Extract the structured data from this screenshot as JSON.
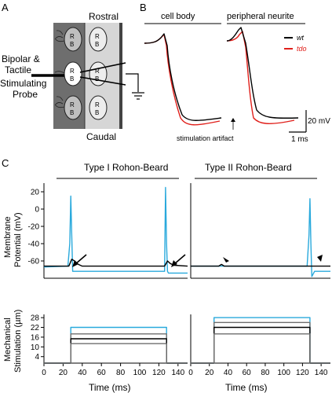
{
  "panels": {
    "a": {
      "letter": "A",
      "rostral": "Rostral",
      "caudal": "Caudal",
      "probe_label": [
        "Bipolar &",
        "Tactile",
        "Stimulating",
        "Probe"
      ],
      "cells": [
        [
          "R",
          "B"
        ],
        [
          "R",
          "B"
        ],
        [
          "R",
          "B"
        ],
        [
          "R",
          "B"
        ],
        [
          "R",
          "B"
        ],
        [
          "R",
          "B"
        ]
      ]
    },
    "b": {
      "letter": "B",
      "cell_body": "cell body",
      "peripheral": "peripheral neurite",
      "legend": [
        {
          "label": "wt",
          "color": "#000000"
        },
        {
          "label": "tdo",
          "color": "#e0201b"
        }
      ],
      "scale_mv": "20 mV",
      "scale_ms": "1 ms",
      "artifact": "stimulation artifact"
    },
    "c": {
      "letter": "C",
      "type1": "Type I Rohon-Beard",
      "type2": "Type II Rohon-Beard",
      "ylabel_top": [
        "Membrane",
        "Potential (mV)"
      ],
      "ylabel_bottom": [
        "Mechanical",
        "Stimulation (µm)"
      ],
      "xlabel": "Time (ms)"
    }
  },
  "colors": {
    "cyan": "#29a9dc",
    "red": "#e0201b",
    "dark_gray": "#6e6e6e",
    "light_gray": "#d6d6d6"
  },
  "chart_data": [
    {
      "type": "line",
      "panel": "C",
      "title": "Type I Rohon-Beard",
      "ylabel": "Membrane Potential (mV)",
      "xlim": [
        0,
        150
      ],
      "ylim": [
        -80,
        30
      ],
      "yticks": [
        20,
        0,
        -20,
        -40,
        -60
      ],
      "series": [
        {
          "color": "#29a9dc",
          "x": [
            0,
            25,
            27,
            28,
            29,
            30,
            33,
            38,
            126,
            127,
            128,
            129,
            130,
            135,
            150
          ],
          "y": [
            -67,
            -66,
            -40,
            15,
            -30,
            -72,
            -72,
            -72,
            -72,
            25,
            -40,
            -72,
            -74,
            -74,
            -74
          ]
        },
        {
          "color": "#000000",
          "x": [
            0,
            26,
            29,
            32,
            36,
            40,
            126,
            129,
            132,
            136,
            150
          ],
          "y": [
            -66,
            -66,
            -58,
            -60,
            -64,
            -66,
            -66,
            -60,
            -63,
            -65,
            -66
          ]
        }
      ]
    },
    {
      "type": "line",
      "panel": "C",
      "title": "Type II Rohon-Beard",
      "xlim": [
        0,
        150
      ],
      "ylim": [
        -80,
        30
      ],
      "series": [
        {
          "color": "#29a9dc",
          "x": [
            0,
            125,
            127,
            128,
            129,
            130,
            133,
            150
          ],
          "y": [
            -66,
            -66,
            -30,
            12,
            -40,
            -78,
            -72,
            -72
          ]
        },
        {
          "color": "#000000",
          "x": [
            0,
            30,
            33,
            36,
            130,
            150
          ],
          "y": [
            -66,
            -66,
            -64,
            -66,
            -66,
            -66
          ]
        }
      ]
    },
    {
      "type": "line",
      "panel": "C",
      "ylabel": "Mechanical Stimulation (µm)",
      "xlabel": "Time (ms)",
      "xlim": [
        0,
        150
      ],
      "ylim": [
        0,
        30
      ],
      "yticks": [
        4,
        10,
        16,
        22,
        28
      ],
      "xticks": [
        0,
        20,
        40,
        60,
        80,
        100,
        120,
        140
      ],
      "series": [
        {
          "color": "#29a9dc",
          "x": [
            0,
            28,
            28,
            128,
            128,
            150
          ],
          "y": [
            0,
            0,
            22,
            22,
            0,
            0
          ]
        },
        {
          "color": "#6e6e6e",
          "x": [
            0,
            28,
            28,
            128,
            128,
            150
          ],
          "y": [
            0,
            0,
            18,
            18,
            0,
            0
          ]
        },
        {
          "color": "#000000",
          "x": [
            0,
            28,
            28,
            128,
            128,
            150
          ],
          "y": [
            0,
            0,
            15,
            15,
            0,
            0
          ]
        },
        {
          "color": "#6e6e6e",
          "x": [
            0,
            28,
            28,
            128,
            128,
            150
          ],
          "y": [
            0,
            0,
            12,
            12,
            0,
            0
          ]
        }
      ]
    },
    {
      "type": "line",
      "panel": "C",
      "xlabel": "Time (ms)",
      "xlim": [
        0,
        150
      ],
      "ylim": [
        0,
        30
      ],
      "xticks": [
        0,
        20,
        40,
        60,
        80,
        100,
        120,
        140
      ],
      "series": [
        {
          "color": "#29a9dc",
          "x": [
            0,
            25,
            25,
            128,
            128,
            150
          ],
          "y": [
            0,
            0,
            28,
            28,
            0,
            0
          ]
        },
        {
          "color": "#6e6e6e",
          "x": [
            0,
            25,
            25,
            128,
            128,
            150
          ],
          "y": [
            0,
            0,
            25,
            25,
            0,
            0
          ]
        },
        {
          "color": "#000000",
          "x": [
            0,
            25,
            25,
            128,
            128,
            150
          ],
          "y": [
            0,
            0,
            22,
            22,
            0,
            0
          ]
        },
        {
          "color": "#6e6e6e",
          "x": [
            0,
            25,
            25,
            128,
            128,
            150
          ],
          "y": [
            0,
            0,
            18,
            18,
            0,
            0
          ]
        }
      ]
    }
  ]
}
